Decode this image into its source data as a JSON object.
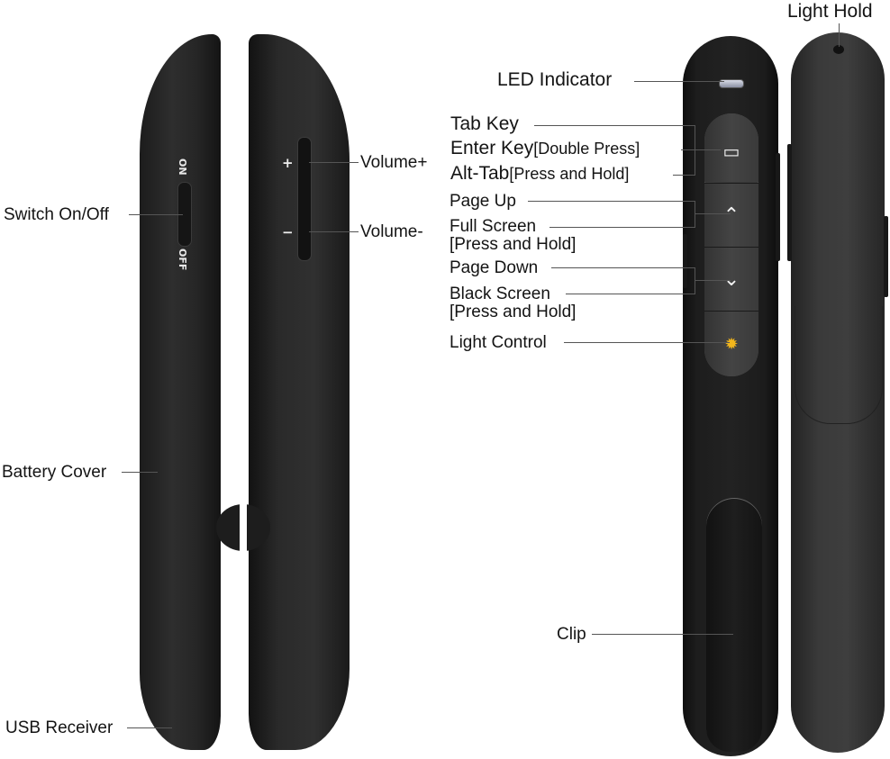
{
  "labels": {
    "switch": "Switch On/Off",
    "battery_cover": "Battery Cover",
    "usb_receiver": "USB Receiver",
    "volume_up": "Volume+",
    "volume_down": "Volume-",
    "led_indicator": "LED Indicator",
    "light_hold": "Light Hold",
    "tab_key": "Tab Key",
    "enter_key": "Enter Key",
    "enter_key_note": "[Double Press]",
    "alt_tab": "Alt-Tab",
    "alt_tab_note": "[Press and Hold]",
    "page_up": "Page Up",
    "full_screen": "Full Screen",
    "full_screen_note": "[Press and Hold]",
    "page_down": "Page Down",
    "black_screen": "Black Screen",
    "black_screen_note": "[Press and Hold]",
    "light_control": "Light Control",
    "clip": "Clip"
  },
  "device": {
    "switch_on": "ON",
    "switch_off": "OFF",
    "vol_plus": "+",
    "vol_minus": "−",
    "keys": [
      {
        "icon": "tab-key-icon",
        "glyph": "▭"
      },
      {
        "icon": "chevron-up-icon",
        "glyph": "⌃"
      },
      {
        "icon": "chevron-down-icon",
        "glyph": "⌄"
      },
      {
        "icon": "laser-light-icon",
        "glyph": "✹"
      }
    ]
  },
  "colors": {
    "body": "#222222",
    "keypad": "#3a3a3a",
    "light_icon": "#f2b61c",
    "leader_line": "#555555"
  }
}
